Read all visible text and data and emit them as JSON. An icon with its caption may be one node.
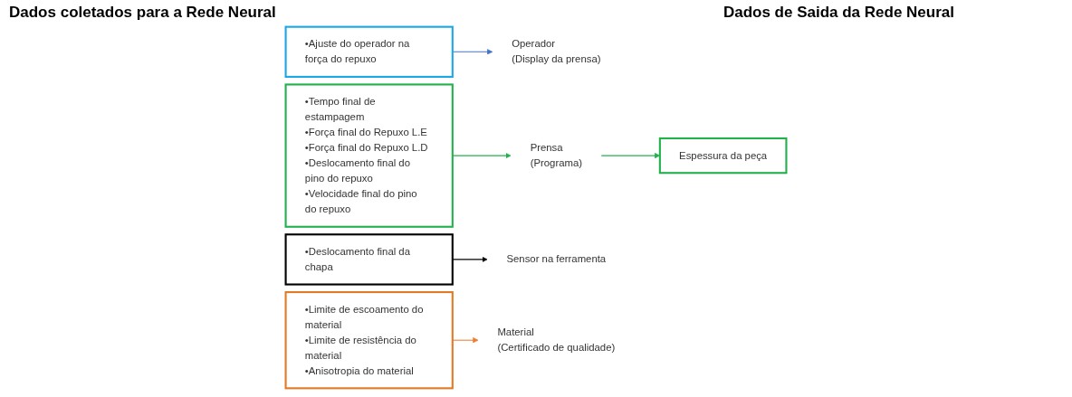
{
  "diagram": {
    "title": "Dados coletados para a Rede Neural",
    "nodes": [
      {
        "text": [
          "•Ajuste do operador na força do repuxo"
        ]
      },
      {
        "text": [
          "•Tempo final de estampagem",
          "•Força final do Repuxo L.E",
          "•Força final do Repuxo L.D",
          "•Deslocamento final do pino do repuxo",
          "•Velocidade final do pino do repuxo"
        ]
      },
      {
        "text": [
          "•Deslocamento final da chapa"
        ]
      },
      {
        "text": [
          "•Limite de escoamento do material",
          "•Limite de resistência do material",
          "•Anisotropia do material"
        ]
      },
      {
        "text": [
          "Operador",
          "(Display da prensa)"
        ]
      },
      {
        "text": [
          "Prensa",
          "(Programa)"
        ]
      },
      {
        "text": [
          "Sensor na ferramenta"
        ]
      },
      {
        "text": [
          "Material",
          "(Certificado de qualidade)"
        ]
      },
      {
        "text": [
          "Espessura da peça"
        ]
      }
    ],
    "edges": [
      {
        "from": 0,
        "to": 4,
        "arrow": "to",
        "color": "#4472c4"
      },
      {
        "from": 1,
        "to": 5,
        "arrow": "to"
      },
      {
        "from": 2,
        "to": 6,
        "arrow": "to",
        "color": "#000000"
      },
      {
        "from": 3,
        "to": 7,
        "arrow": "to",
        "color": "#ed7d31"
      },
      {
        "from": 5,
        "to": 8,
        "arrow": "to"
      }
    ],
    "labels": [
      "Dados de Saida da Rede Neural"
    ]
  }
}
